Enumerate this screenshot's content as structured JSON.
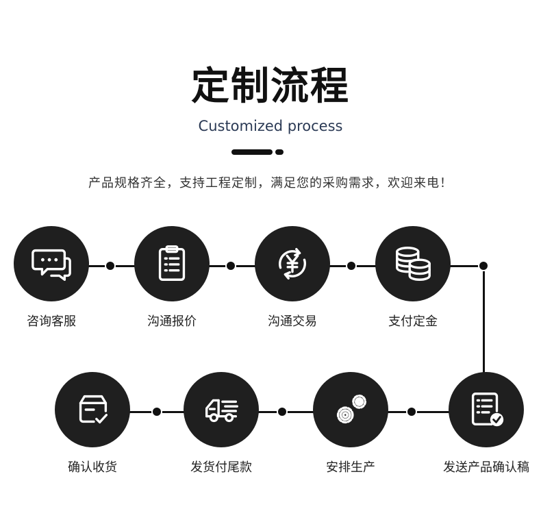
{
  "header": {
    "title": "定制流程",
    "subtitle": "Customized process",
    "description": "产品规格齐全，支持工程定制，满足您的采购需求，欢迎来电！"
  },
  "steps": [
    {
      "label": "咨询客服",
      "icon": "chat-bubbles-icon"
    },
    {
      "label": "沟通报价",
      "icon": "clipboard-list-icon"
    },
    {
      "label": "沟通交易",
      "icon": "yuan-exchange-icon"
    },
    {
      "label": "支付定金",
      "icon": "coin-stack-icon"
    },
    {
      "label": "发送产品确认稿",
      "icon": "document-check-icon"
    },
    {
      "label": "安排生产",
      "icon": "gears-icon"
    },
    {
      "label": "发货付尾款",
      "icon": "delivery-truck-icon"
    },
    {
      "label": "确认收货",
      "icon": "package-check-icon"
    }
  ],
  "colors": {
    "circle": "#1f1f1f",
    "icon_stroke": "#ffffff",
    "connector": "#111111",
    "subtitle": "#2b3a55"
  }
}
